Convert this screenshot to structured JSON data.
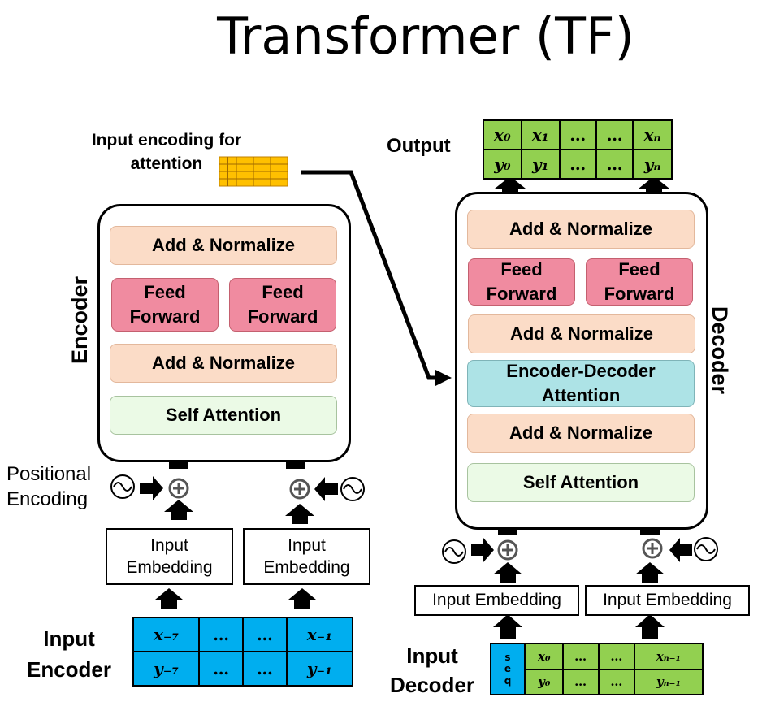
{
  "title": "Transformer (TF)",
  "encoder": {
    "side_label": "Encoder",
    "blocks": {
      "add_norm_top": "Add & Normalize",
      "ff_left": "Feed Forward",
      "ff_right": "Feed Forward",
      "add_norm_bottom": "Add & Normalize",
      "self_attention": "Self Attention"
    },
    "positional_encoding": "Positional Encoding",
    "embedding_left": "Input Embedding",
    "embedding_right": "Input Embedding",
    "input_label": "Input Encoder",
    "input_grid": {
      "row_x": [
        "x₋₇",
        "…",
        "…",
        "x₋₁"
      ],
      "row_y": [
        "y₋₇",
        "…",
        "…",
        "y₋₁"
      ]
    }
  },
  "attention_input_label": "Input encoding for attention",
  "decoder": {
    "side_label": "Decoder",
    "blocks": {
      "add_norm_1": "Add & Normalize",
      "ff_left": "Feed Forward",
      "ff_right": "Feed Forward",
      "add_norm_2": "Add & Normalize",
      "enc_dec_attention": "Encoder-Decoder Attention",
      "add_norm_3": "Add & Normalize",
      "self_attention": "Self Attention"
    },
    "embedding_left": "Input Embedding",
    "embedding_right": "Input Embedding",
    "input_label": "Input Decoder",
    "seq_label": "s e q",
    "input_grid": {
      "row_x": [
        "x₀",
        "…",
        "…",
        "xₙ₋₁"
      ],
      "row_y": [
        "y₀",
        "…",
        "…",
        "yₙ₋₁"
      ]
    }
  },
  "output": {
    "label": "Output",
    "grid": {
      "row_x": [
        "x₀",
        "x₁",
        "…",
        "…",
        "xₙ"
      ],
      "row_y": [
        "y₀",
        "y₁",
        "…",
        "…",
        "yₙ"
      ]
    }
  },
  "colors": {
    "norm": "#fbdcc7",
    "feed_forward": "#f08ba0",
    "self_attention": "#ebfae6",
    "enc_dec_attention": "#ade3e6",
    "input_grid": "#00aeef",
    "decoder_grid": "#92d050",
    "attention_matrix": "#ffc000"
  }
}
